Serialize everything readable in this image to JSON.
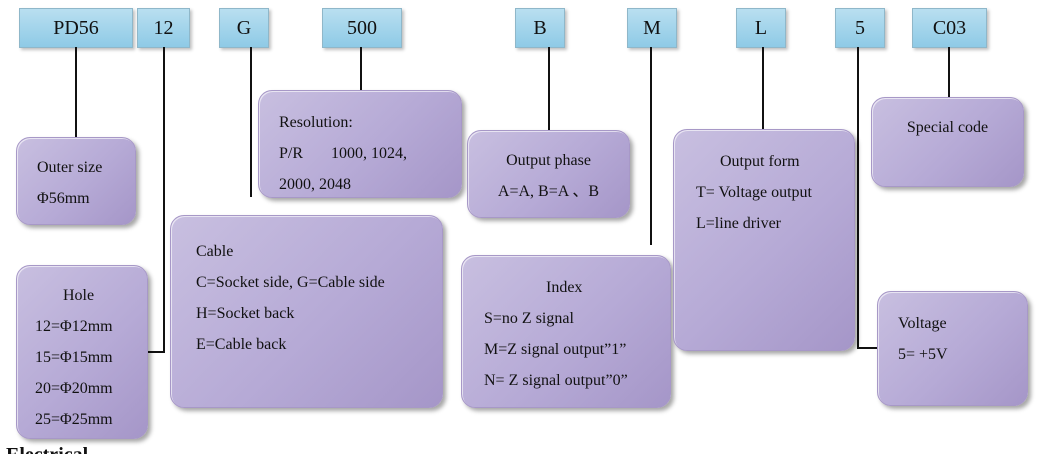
{
  "codes": {
    "model": "PD56",
    "hole": "12",
    "cable": "G",
    "resolution": "500",
    "phase": "B",
    "index": "M",
    "output_form": "L",
    "voltage": "5",
    "special": "C03"
  },
  "outer_size": {
    "title": "Outer size",
    "value": "Φ56mm"
  },
  "hole": {
    "title": "Hole",
    "items": [
      "12=Φ12mm",
      "15=Φ15mm",
      "20=Φ20mm",
      "25=Φ25mm"
    ]
  },
  "cable": {
    "title": "Cable",
    "items": [
      "C=Socket side, G=Cable side",
      "H=Socket back",
      "E=Cable back"
    ]
  },
  "resolution": {
    "title": "Resolution:",
    "line1": "P/R       1000, 1024,",
    "line2": "2000, 2048"
  },
  "output_phase": {
    "title": "Output phase",
    "value": "A=A, B=A 、B"
  },
  "index": {
    "title": "Index",
    "items": [
      "S=no Z signal",
      "M=Z signal output”1”",
      "N= Z signal output”0”"
    ]
  },
  "output_form": {
    "title": "Output form",
    "items": [
      "T= Voltage output",
      "L=line driver"
    ]
  },
  "voltage": {
    "title": "Voltage",
    "value": "5= +5V"
  },
  "special": {
    "title": "Special code"
  },
  "footer": {
    "text": "Electrical"
  }
}
